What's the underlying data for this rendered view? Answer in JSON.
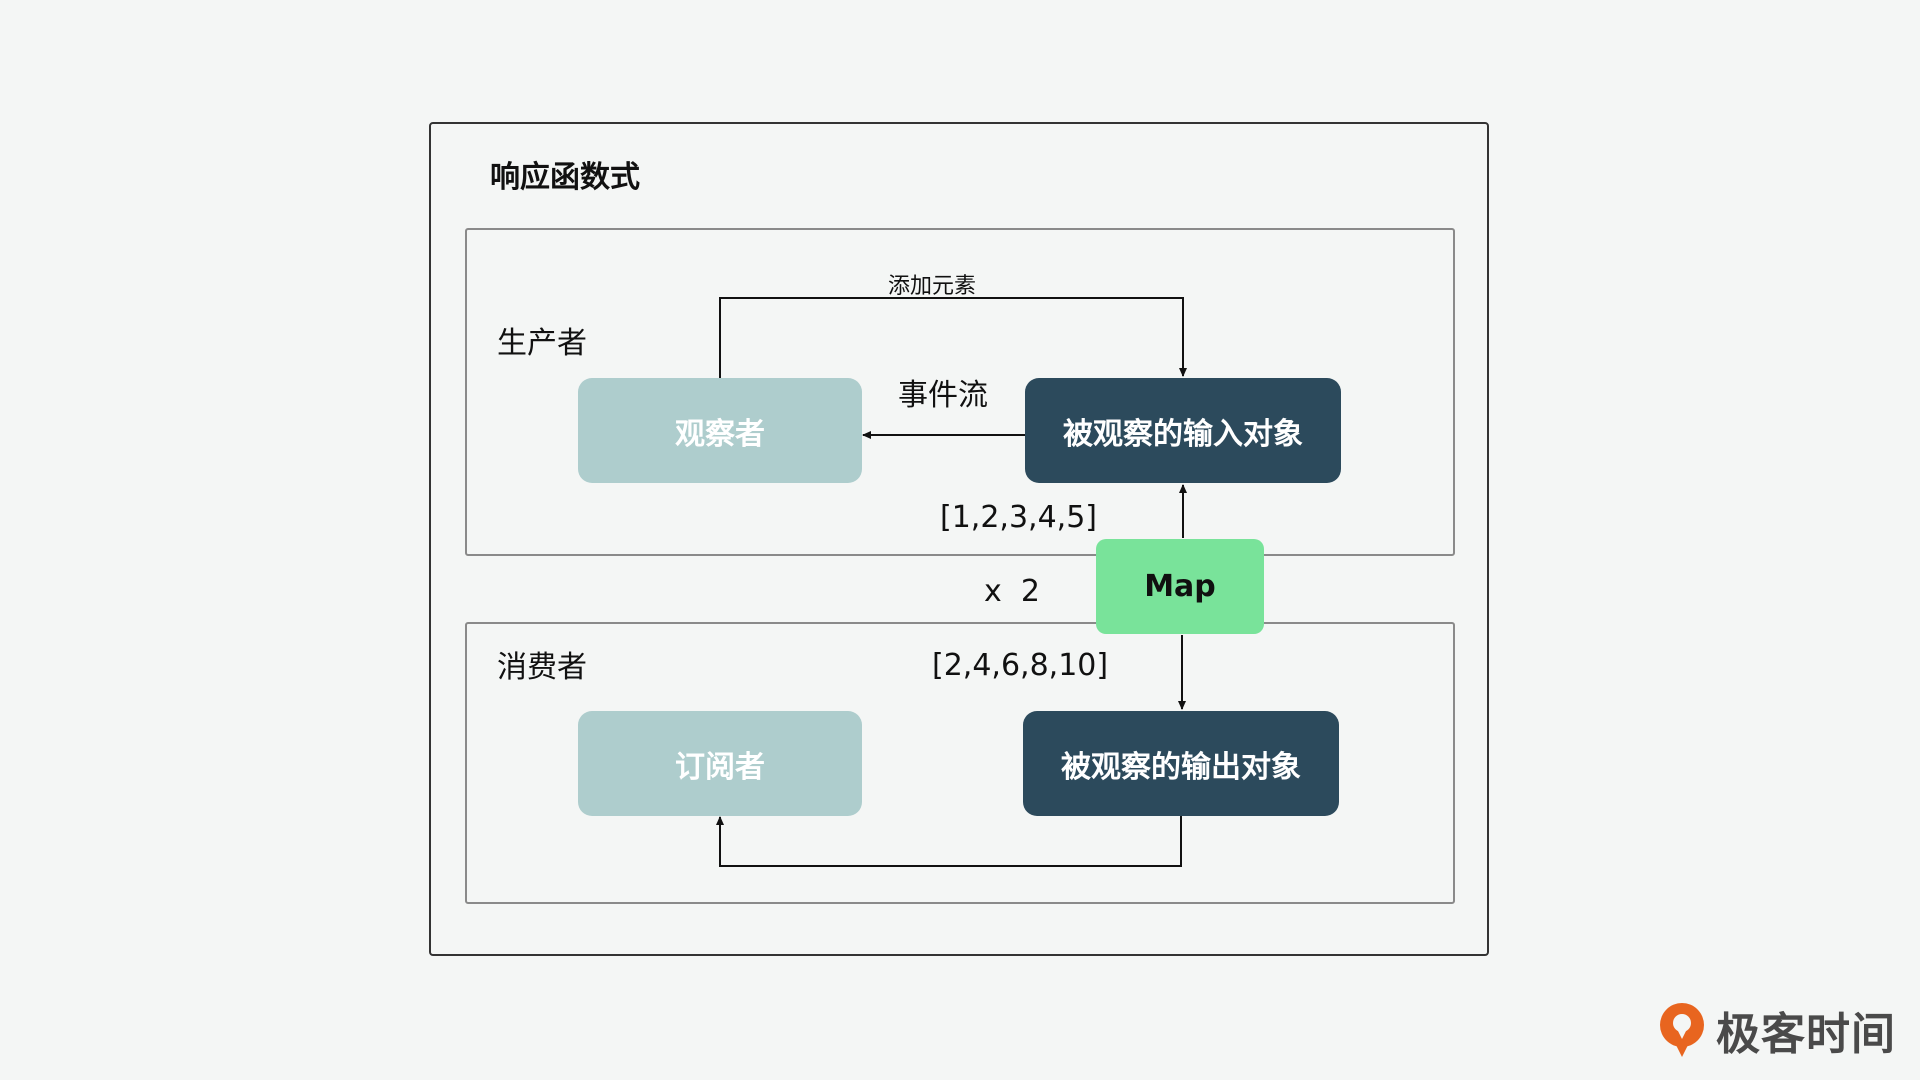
{
  "diagram": {
    "title": "响应函数式",
    "producer_label": "生产者",
    "consumer_label": "消费者",
    "nodes": {
      "observer": "观察者",
      "observable_input": "被观察的输入对象",
      "map": "Map",
      "subscriber": "订阅者",
      "observable_output": "被观察的输出对象"
    },
    "edge_labels": {
      "add_element": "添加元素",
      "event_stream": "事件流",
      "input_values": "[1,2,3,4,5]",
      "operation": "x  2",
      "output_values": "[2,4,6,8,10]"
    },
    "colors": {
      "light_box": "#aecdcd",
      "dark_box": "#2c4a5c",
      "map_box": "#79e39a"
    }
  },
  "brand": {
    "logo_text": "极客时间",
    "logo_icon": "geektime-logo-icon",
    "accent": "#e8651f"
  }
}
